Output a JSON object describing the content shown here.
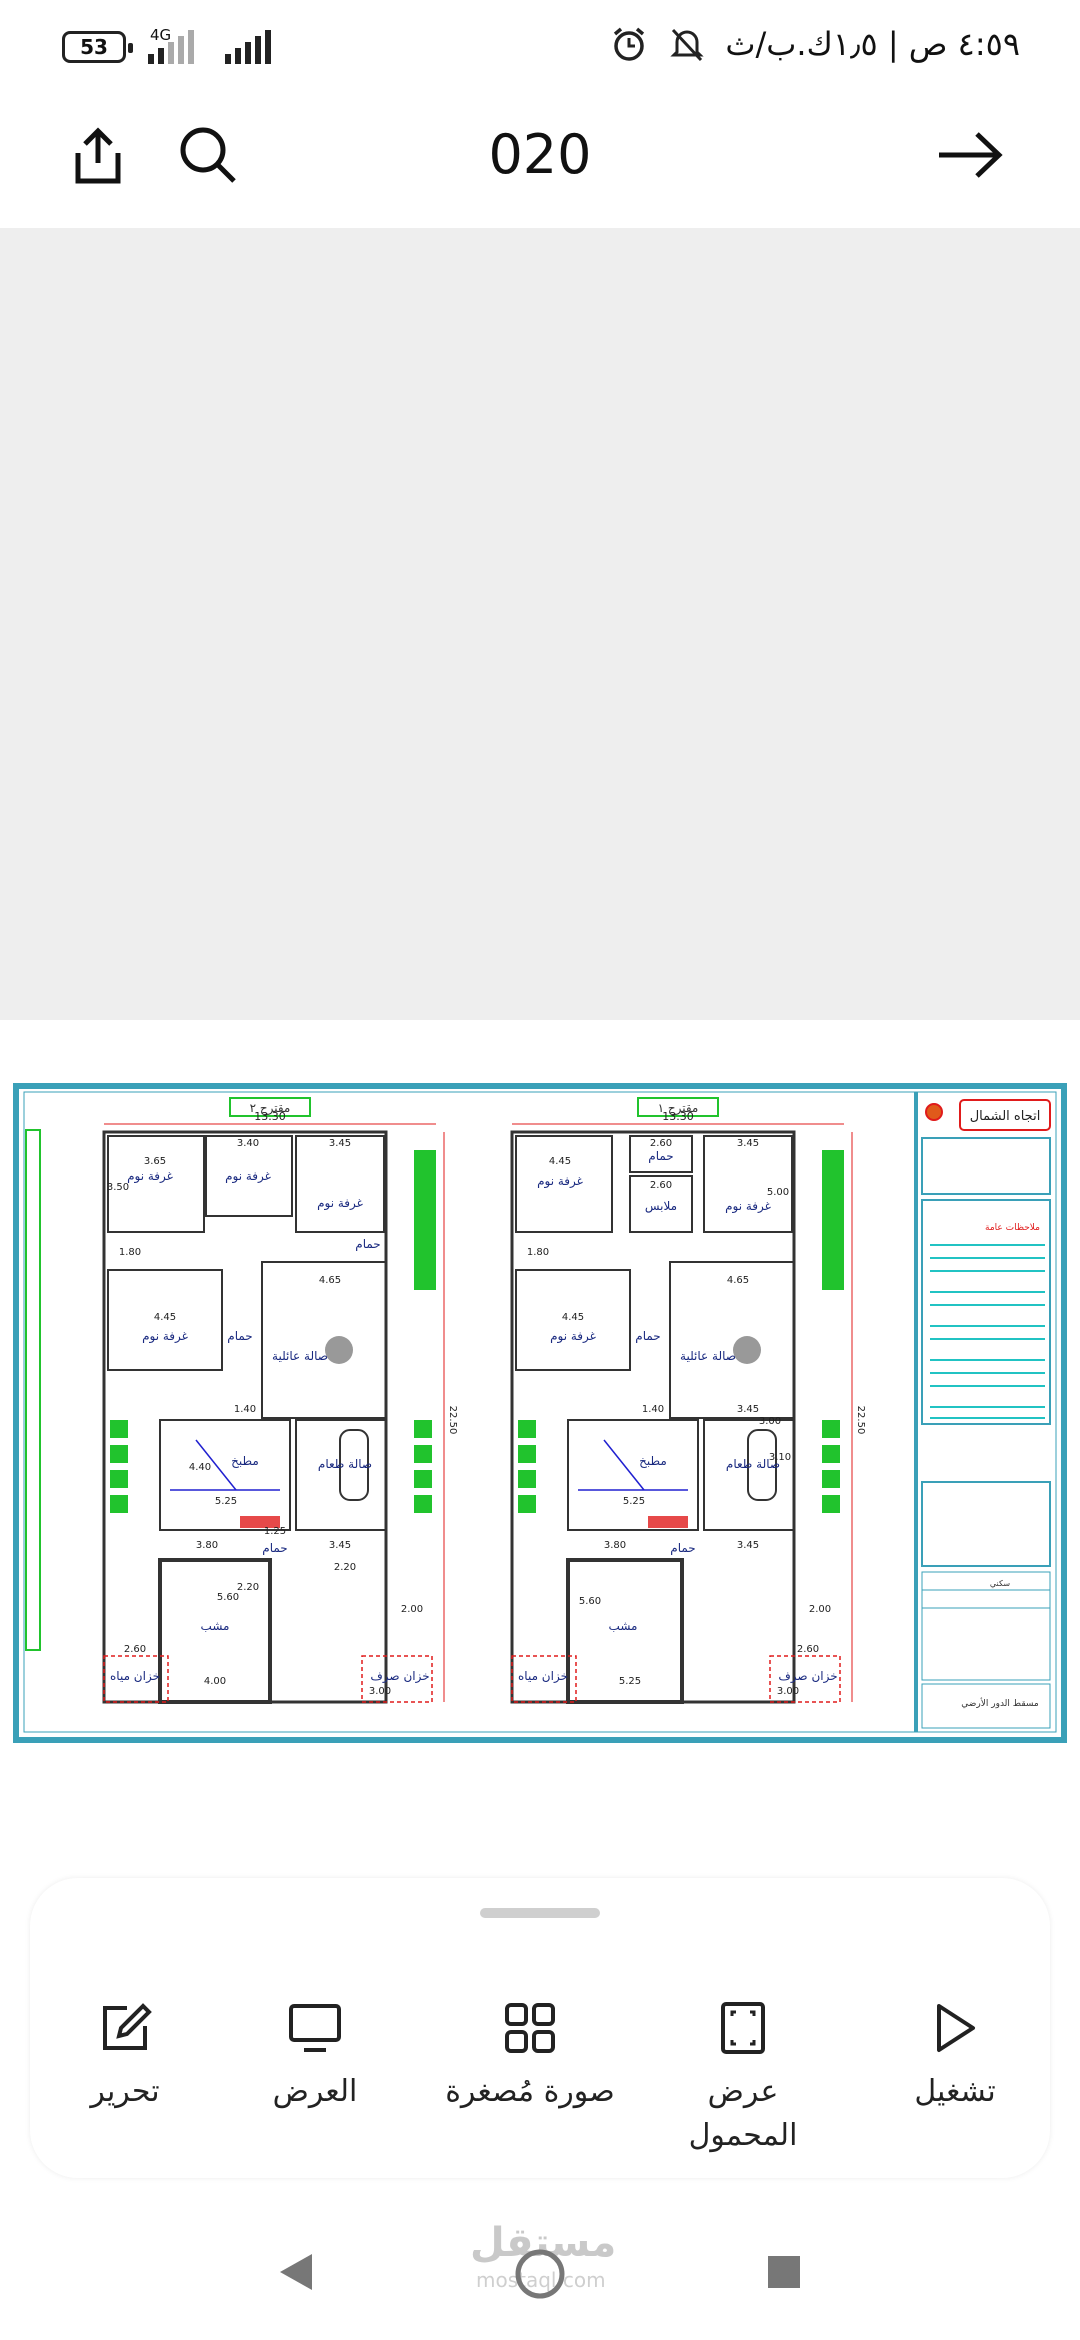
{
  "status_bar": {
    "battery": "53",
    "network": "4G",
    "time": "٤:٥٩ ص | ١٫٥ك.ب/ث"
  },
  "top_bar": {
    "title": "020",
    "share_icon": "share-icon",
    "search_icon": "search-icon",
    "forward_icon": "arrow-right-icon"
  },
  "document": {
    "north_label": "اتجاه الشمال",
    "plan_a": {
      "proposal": "مقترح ٢",
      "width": "13.30",
      "depth": "22.50",
      "rooms": [
        "غرفة نوم",
        "غرفة نوم",
        "غرفة نوم",
        "غرفة نوم",
        "صالة عائلية",
        "مطبخ",
        "صالة طعام",
        "حمام",
        "حمام",
        "حمام",
        "مشب",
        "خزان مياه",
        "خزان صرف"
      ],
      "dims": [
        "3.65",
        "3.40",
        "3.45",
        "3.50",
        "4.45",
        "4.65",
        "4.40",
        "5.25",
        "1.40",
        "3.80",
        "3.45",
        "2.20",
        "2.60",
        "4.00",
        "2.00",
        "3.00",
        "5.60",
        "1.80",
        "2.20",
        "1.25"
      ]
    },
    "plan_b": {
      "proposal": "مقترح ١",
      "width": "13.30",
      "depth": "22.50",
      "rooms": [
        "غرفة نوم",
        "غرفة نوم",
        "غرفة نوم",
        "حمام",
        "ملابس",
        "صالة عائلية",
        "مطبخ",
        "صالة طعام",
        "حمام",
        "حمام",
        "مشب",
        "خزان مياه",
        "خزان صرف"
      ],
      "dims": [
        "4.45",
        "2.60",
        "3.45",
        "5.00",
        "2.60",
        "4.65",
        "3.45",
        "3.10",
        "3.00",
        "4.45",
        "1.40",
        "5.25",
        "3.80",
        "3.45",
        "2.00",
        "2.60",
        "5.60",
        "5.25",
        "3.00",
        "1.80"
      ]
    },
    "notes_title": "ملاحظات عامة",
    "sheet_title": "مسقط الدور الأرضي",
    "owner_label": "سكني"
  },
  "bottom_sheet": {
    "items": [
      {
        "label": "تحرير",
        "icon": "edit-icon"
      },
      {
        "label": "العرض",
        "icon": "display-icon"
      },
      {
        "label": "صورة مُصغرة",
        "icon": "grid-icon"
      },
      {
        "label": "عرض المحمول",
        "icon": "fullscreen-icon"
      },
      {
        "label": "تشغيل",
        "icon": "play-icon"
      }
    ]
  },
  "nav_bar": {
    "back_icon": "back-triangle-icon",
    "home_icon": "home-circle-icon",
    "recents_icon": "recents-square-icon",
    "watermark": "مستقل",
    "watermark_sub": "mostaql.com"
  },
  "colors": {
    "frame": "#3aa0b8",
    "green": "#21c32d",
    "red": "#e01b1b",
    "blue": "#2020d0",
    "background": "#eeeeee"
  }
}
